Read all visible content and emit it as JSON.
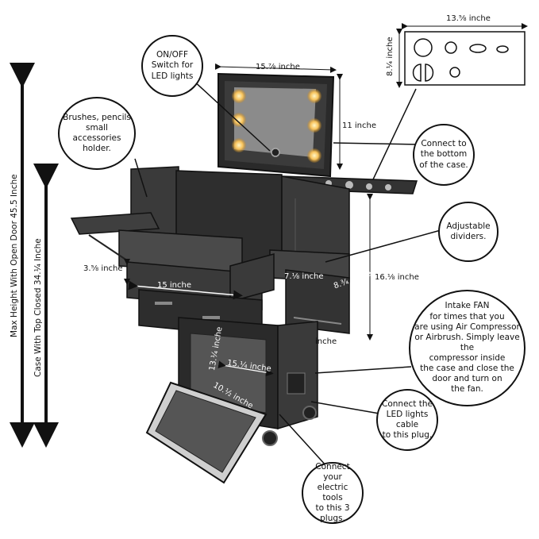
{
  "dimensions": {
    "bottom_width": "13.⅝ inche",
    "bottom_height": "8.¼ inche",
    "mirror_width": "15.⅞ inche",
    "mirror_height": "11 inche",
    "side_height": "16.⅛ inche",
    "drawer_height": "3.⅝ inche",
    "drawer_width": "15 inche",
    "tray_width": "7.⅛ inche",
    "tray_depth": "8.¾ inche",
    "partial_inche": "inche",
    "lower_height": "13.¼ inche",
    "lower_width": "15.¼ inche",
    "lower_depth": "10.½ inche",
    "max_height": "Max Height With Open Door  45.5 Inche",
    "closed_height": "Case With Top Closed  34.¼ Inche"
  },
  "callouts": {
    "onoff": "ON/OFF\nSwitch for\nLED lights",
    "brushes": "Brushes, pencils\nsmall\naccessories\nholder.",
    "connect_bottom": "Connect to\nthe bottom\nof the case.",
    "dividers": "Adjustable\ndividers.",
    "fan": "Intake FAN\nfor times that you\nare using Air Compressor\nor Airbrush. Simply leave the\ncompressor inside\nthe case and close the\ndoor and turn on\nthe fan.",
    "led_cable": "Connect the\nLED lights\ncable\nto this plug.",
    "electric": "Connect your\nelectric tools\nto this 3 plugs."
  }
}
